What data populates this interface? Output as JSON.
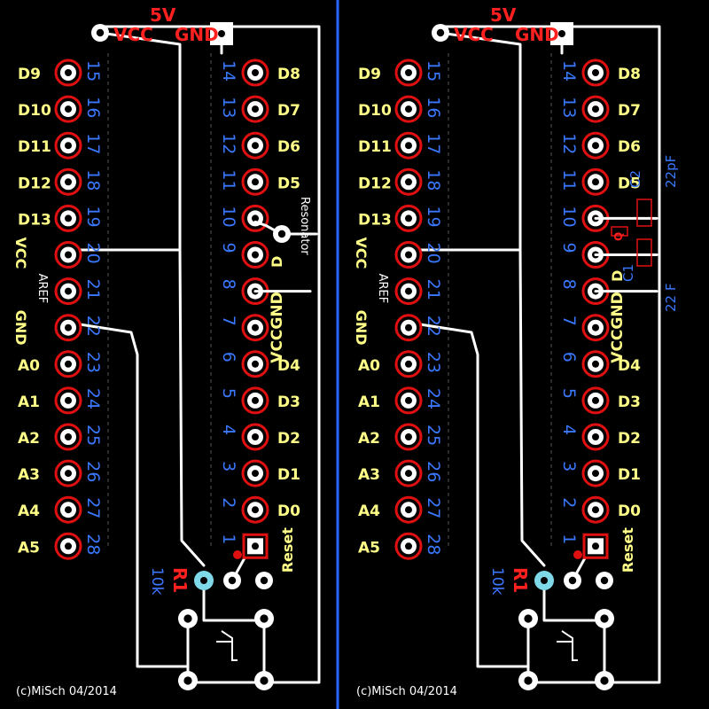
{
  "header": {
    "vcc": "VCC",
    "five_v": "5V",
    "gnd": "GND"
  },
  "left_labels": [
    "D9",
    "D10",
    "D11",
    "D12",
    "D13",
    "VCC",
    "AREF",
    "GND",
    "A0",
    "A1",
    "A2",
    "A3",
    "A4",
    "A5"
  ],
  "left_numbers": [
    "15",
    "16",
    "17",
    "18",
    "19",
    "20",
    "21",
    "22",
    "23",
    "24",
    "25",
    "26",
    "27",
    "28"
  ],
  "right_numbers": [
    "14",
    "13",
    "12",
    "11",
    "10",
    "9",
    "8",
    "7",
    "6",
    "5",
    "4",
    "3",
    "2",
    "1"
  ],
  "right_labels": [
    "D8",
    "D7",
    "D6",
    "D5",
    "",
    "",
    "",
    "VCCGND",
    "D4",
    "D3",
    "D2",
    "D1",
    "D0",
    "Reset"
  ],
  "resistor": {
    "name": "R1",
    "value": "10k"
  },
  "resonator_label": "Resonator",
  "resonator_d": "D",
  "capacitors": {
    "c1": "C1",
    "c2": "C2",
    "value_top": "22pF",
    "value_bottom": "22 F",
    "q": "Q"
  },
  "copyright": "(c)MiSch 04/2014",
  "colors": {
    "background": "#000000",
    "pad_ring": "#e01010",
    "trace": "#ffffff",
    "pin_numbers": "#3a78ff",
    "labels": "#ffff88",
    "divider": "#2a66ff",
    "via": "#7fd8e8"
  }
}
